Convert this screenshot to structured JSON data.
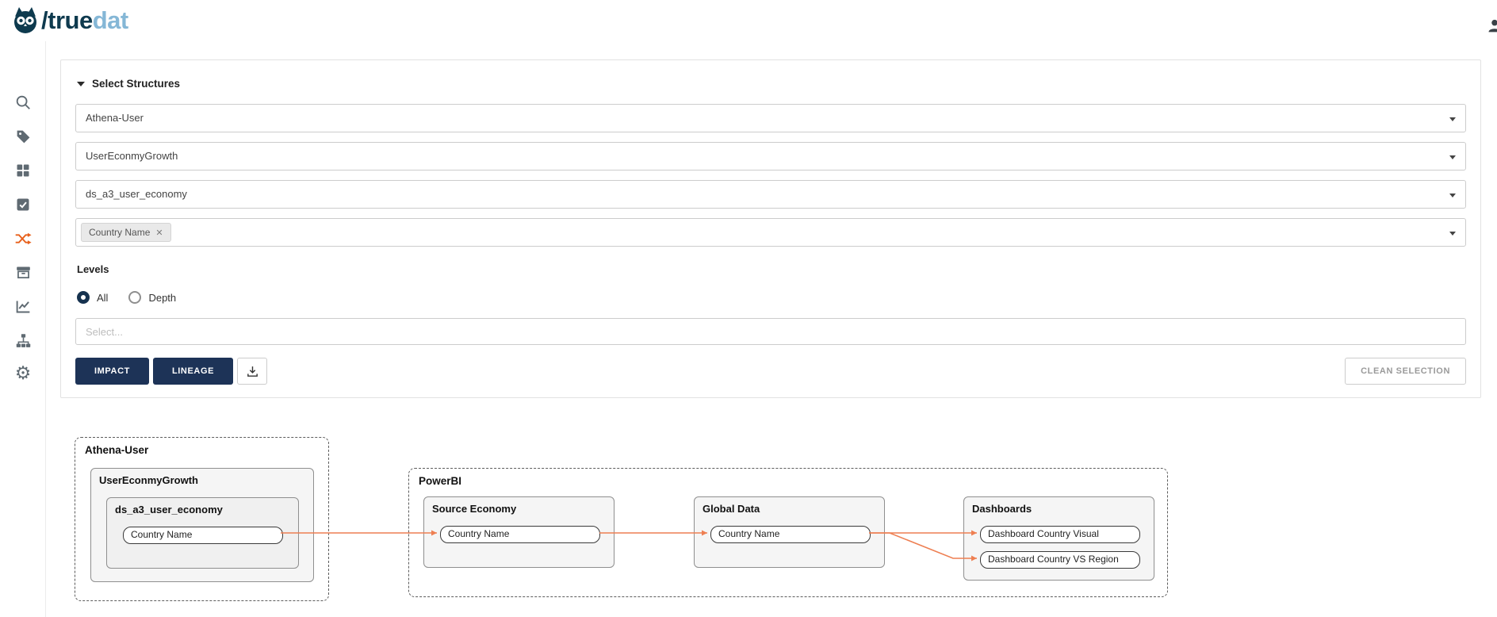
{
  "header": {
    "logo": {
      "slash": "/",
      "brand_dark": "true",
      "brand_light": "dat"
    }
  },
  "sidebar": {
    "active_item": "lineage",
    "items": [
      {
        "name": "search",
        "icon": "search-icon"
      },
      {
        "name": "tags",
        "icon": "tag-icon"
      },
      {
        "name": "dashboards",
        "icon": "grid-icon"
      },
      {
        "name": "quality",
        "icon": "check-square-icon"
      },
      {
        "name": "lineage",
        "icon": "shuffle-icon"
      },
      {
        "name": "data",
        "icon": "archive-icon"
      },
      {
        "name": "analytics",
        "icon": "chart-line-icon"
      },
      {
        "name": "hierarchy",
        "icon": "sitemap-icon"
      },
      {
        "name": "settings",
        "icon": "gear-icon"
      }
    ]
  },
  "filters": {
    "title": "Select Structures",
    "structures": [
      {
        "value": "Athena-User"
      },
      {
        "value": "UserEconmyGrowth"
      },
      {
        "value": "ds_a3_user_economy"
      }
    ],
    "field_chip": "Country Name",
    "levels": {
      "label": "Levels",
      "options": [
        {
          "label": "All",
          "selected": true
        },
        {
          "label": "Depth",
          "selected": false
        }
      ]
    },
    "select_placeholder": "Select...",
    "buttons": {
      "impact": "IMPACT",
      "lineage": "LINEAGE",
      "clean": "CLEAN SELECTION"
    }
  },
  "icons": {
    "close_glyph": "✕",
    "gear_glyph": "⚙"
  },
  "graph": {
    "athena": {
      "label": "Athena-User",
      "system": {
        "label": "UserEconmyGrowth",
        "table": {
          "label": "ds_a3_user_economy",
          "nodes": [
            "Country Name"
          ]
        }
      }
    },
    "powerbi": {
      "label": "PowerBI",
      "boxes": [
        {
          "label": "Source Economy",
          "nodes": [
            "Country Name"
          ]
        },
        {
          "label": "Global Data",
          "nodes": [
            "Country Name"
          ]
        },
        {
          "label": "Dashboards",
          "nodes": [
            "Dashboard Country Visual",
            "Dashboard Country VS Region"
          ]
        }
      ]
    },
    "edges": [
      {
        "from": "ds_a3_user_economy.Country Name",
        "to": "Source Economy.Country Name"
      },
      {
        "from": "Source Economy.Country Name",
        "to": "Global Data.Country Name"
      },
      {
        "from": "Global Data.Country Name",
        "to": "Dashboards.Dashboard Country Visual"
      },
      {
        "from": "Global Data.Country Name",
        "to": "Dashboards.Dashboard Country VS Region"
      }
    ]
  },
  "colors": {
    "brand_dark": "#0e3a4e",
    "brand_light": "#85b7d6",
    "accent_orange": "#e8611c",
    "edge_orange": "#ee7f52",
    "button_navy": "#1d3357"
  }
}
